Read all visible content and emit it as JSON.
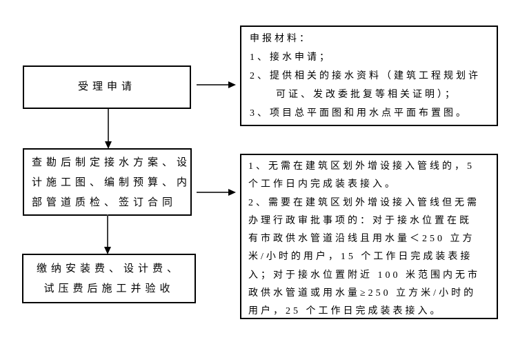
{
  "colors": {
    "background": "#ffffff",
    "box_border": "#000000",
    "text": "#000000",
    "arrow_shaft": "#3d3d3d",
    "arrow_head": "#000000"
  },
  "flow": {
    "step1": {
      "text": "受理申请"
    },
    "step2": {
      "lines": [
        "查勘后制定接水方案、设",
        "计施工图、编制预算、内",
        "部管道质检、签订合同"
      ]
    },
    "step3": {
      "lines": [
        "缴纳安装费、设计费、",
        "试压费后施工并验收"
      ]
    },
    "note1": {
      "lines": [
        "申报材料：",
        "1、接水申请；",
        "2、提供相关的接水资料（建筑工程规划许",
        "可证、发改委批复等相关证明）；",
        "3、项目总平面图和用水点平面布置图。"
      ]
    },
    "note2": {
      "lines": [
        "1、无需在建筑区划外增设接入管线的，5",
        "个工作日内完成装表接入。",
        "2、需要在建筑区划外增设接入管线但无需",
        "办理行政审批事项的：对于接水位置在既",
        "有市政供水管道沿线且用水量＜250 立方",
        "米/小时的用户，15 个工作日完成装表接",
        "入；对于接水位置附近 100 米范围内无市",
        "政供水管道或用水量≥250 立方米/小时的",
        "用户，25 个工作日完成装表接入。"
      ]
    }
  }
}
